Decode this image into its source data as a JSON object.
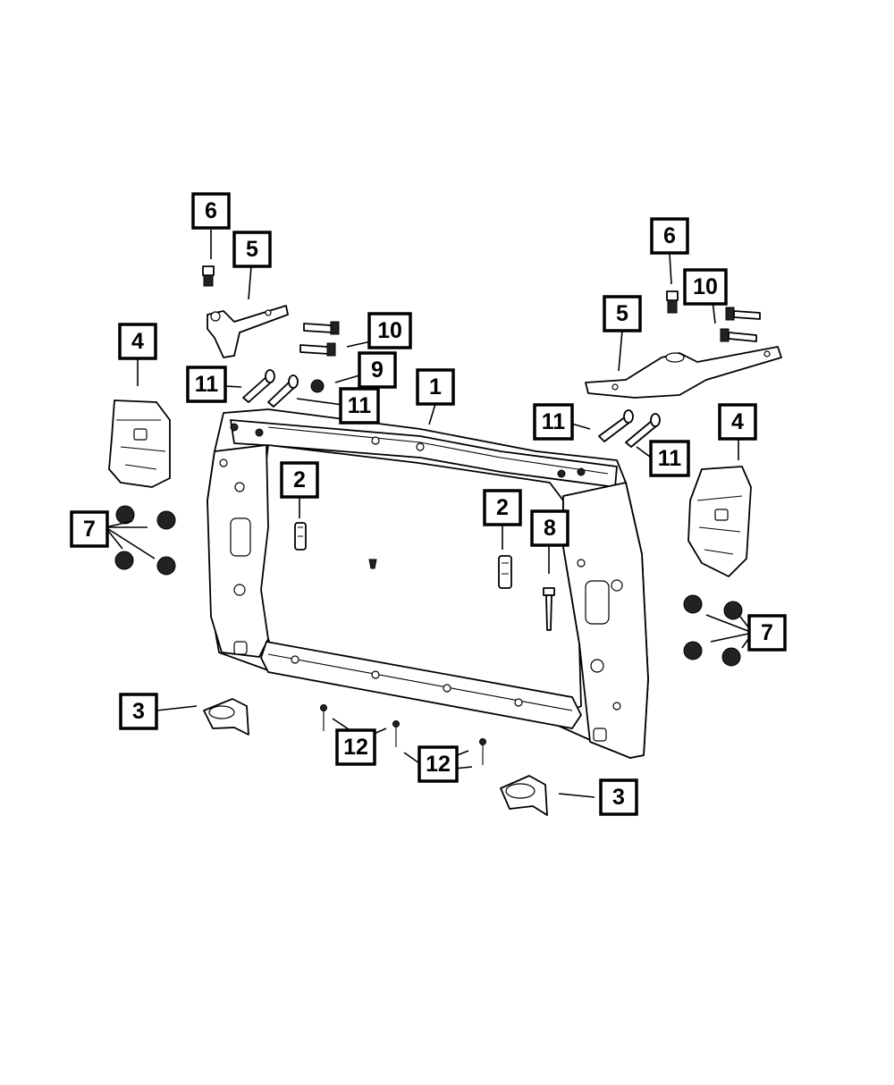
{
  "callouts": {
    "c1": "1",
    "c2_left": "2",
    "c2_right": "2",
    "c3_left": "3",
    "c3_right": "3",
    "c4_left": "4",
    "c4_right": "4",
    "c5_left": "5",
    "c5_right": "5",
    "c6_left": "6",
    "c6_right": "6",
    "c7_left": "7",
    "c7_right": "7",
    "c8": "8",
    "c9": "9",
    "c10_left": "10",
    "c10_right": "10",
    "c11_a": "11",
    "c11_b": "11",
    "c11_c": "11",
    "c11_d": "11",
    "c12_left": "12",
    "c12_right": "12"
  }
}
